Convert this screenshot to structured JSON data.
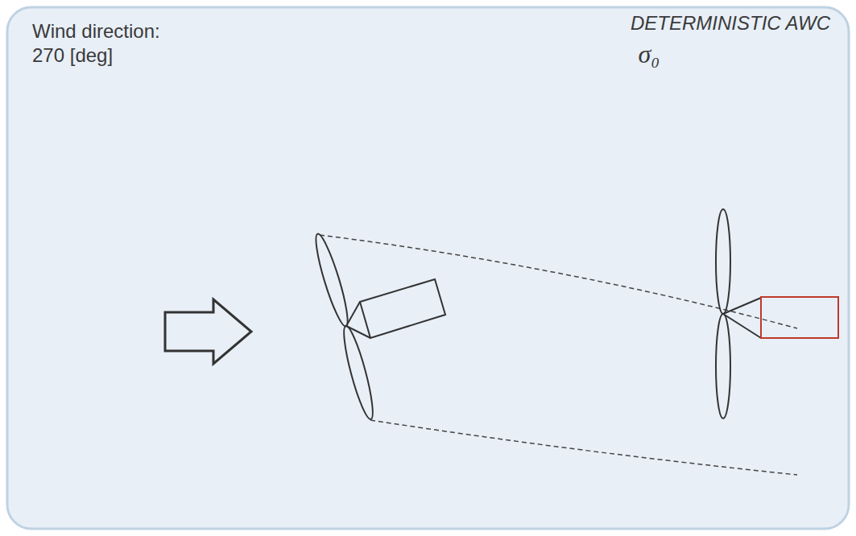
{
  "diagram": {
    "labels": [
      "Wind direction: 270 [deg]",
      "DETERMINISTIC AWC",
      "σ₀"
    ]
  }
}
